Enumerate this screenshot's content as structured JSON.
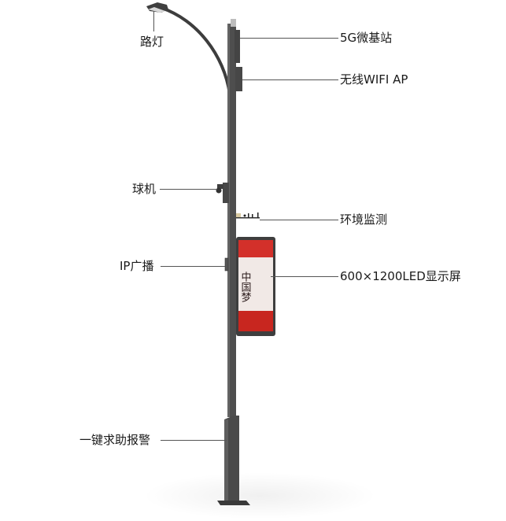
{
  "diagram": {
    "subject": "smart street light pole",
    "colors": {
      "pole": "#4a4a4a",
      "pole_light": "#5e5e5e",
      "leader_line": "#555555",
      "text": "#1a1a1a",
      "screen_red": "#c8261f"
    },
    "labels": {
      "street_light": "路灯",
      "micro_base_station": "5G微基站",
      "wifi_ap": "无线WIFI AP",
      "dome_camera": "球机",
      "environment_monitor": "环境监测",
      "ip_broadcast": "IP广播",
      "led_display": "600×1200LED显示屏",
      "emergency_alarm": "一键求助报警"
    },
    "screen_content": {
      "headline": "中国梦"
    }
  }
}
